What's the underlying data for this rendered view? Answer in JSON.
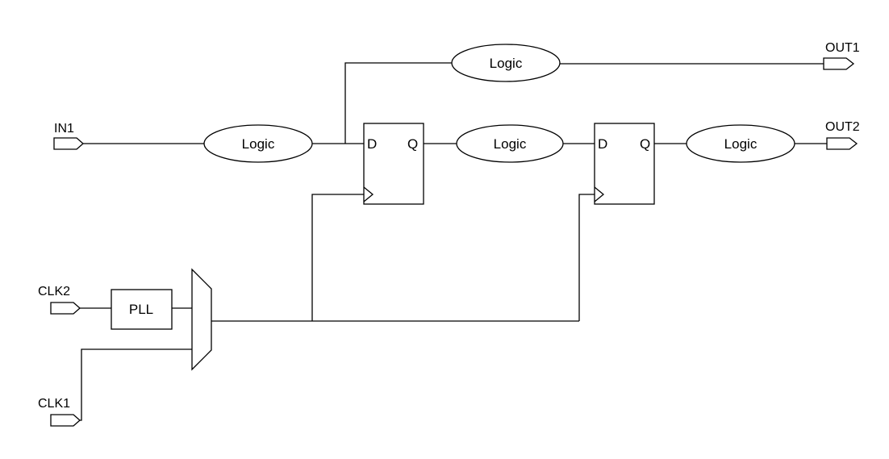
{
  "inputs": {
    "in1": "IN1",
    "clk2": "CLK2",
    "clk1": "CLK1"
  },
  "outputs": {
    "out1": "OUT1",
    "out2": "OUT2"
  },
  "logic_blocks": {
    "top": "Logic",
    "input": "Logic",
    "middle": "Logic",
    "output": "Logic"
  },
  "pll": "PLL",
  "flip_flops": {
    "ff1": {
      "d": "D",
      "q": "Q"
    },
    "ff2": {
      "d": "D",
      "q": "Q"
    }
  }
}
